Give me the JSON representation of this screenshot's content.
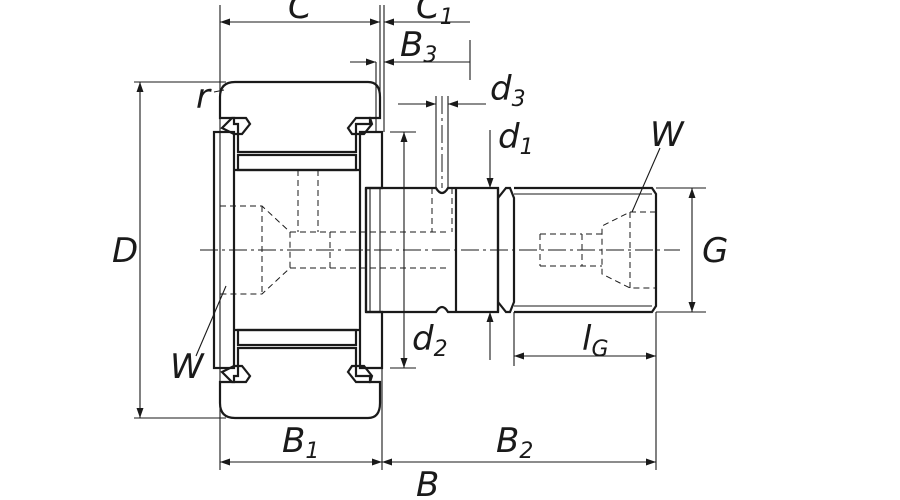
{
  "labels": {
    "C": "C",
    "C1": "C",
    "C1_sub": "1",
    "B3": "B",
    "B3_sub": "3",
    "r": "r",
    "d3": "d",
    "d3_sub": "3",
    "d1": "d",
    "d1_sub": "1",
    "W_right": "W",
    "D": "D",
    "G": "G",
    "W_left": "W",
    "d2": "d",
    "d2_sub": "2",
    "lG": "l",
    "lG_sub": "G",
    "B1": "B",
    "B1_sub": "1",
    "B2": "B",
    "B2_sub": "2",
    "B": "B"
  },
  "colors": {
    "line": "#1a1a1a",
    "background": "#ffffff"
  }
}
